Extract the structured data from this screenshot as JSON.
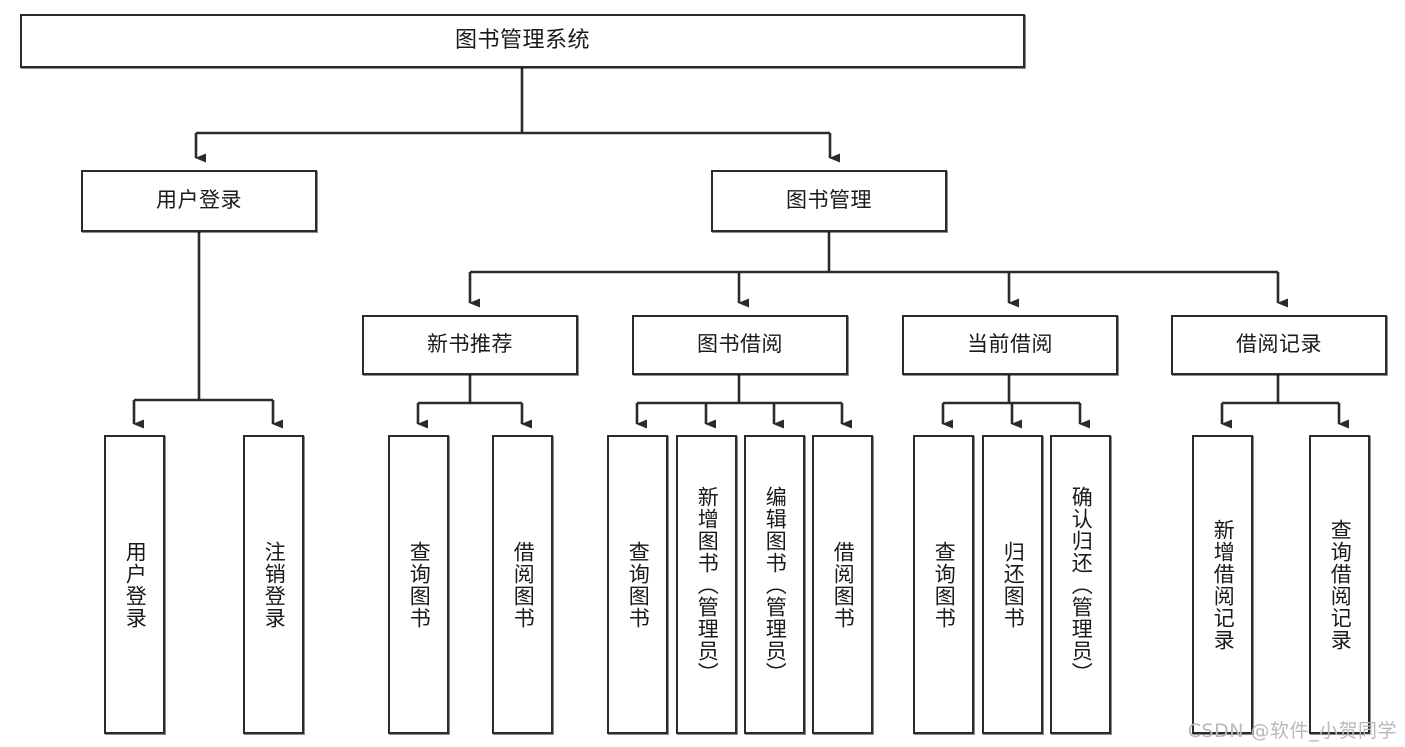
{
  "diagram": {
    "title": "图书管理系统",
    "type": "hierarchy-tree",
    "watermark": "CSDN @软件_小贺同学",
    "colors": {
      "box_border": "#2b2b2b",
      "box_fill": "#ffffff",
      "connector": "#2b2b2b",
      "text": "#1a1a1a",
      "watermark": "#b9b9b9"
    },
    "nodes": {
      "root": {
        "label": "图书管理系统"
      },
      "level2": [
        {
          "id": "user-login",
          "label": "用户登录"
        },
        {
          "id": "book-manage",
          "label": "图书管理"
        }
      ],
      "level3": [
        {
          "id": "new-book-rec",
          "label": "新书推荐"
        },
        {
          "id": "book-borrow",
          "label": "图书借阅"
        },
        {
          "id": "current-borrow",
          "label": "当前借阅"
        },
        {
          "id": "borrow-record",
          "label": "借阅记录"
        }
      ],
      "leaves": {
        "user_login": [
          {
            "id": "leaf-user-login",
            "label": "用户登录"
          },
          {
            "id": "leaf-logout",
            "label": "注销登录"
          }
        ],
        "new_book_rec": [
          {
            "id": "leaf-query-book-1",
            "label": "查询图书"
          },
          {
            "id": "leaf-borrow-book-1",
            "label": "借阅图书"
          }
        ],
        "book_borrow": [
          {
            "id": "leaf-query-book-2",
            "label": "查询图书"
          },
          {
            "id": "leaf-add-book",
            "label": "新增图书（管理员）"
          },
          {
            "id": "leaf-edit-book",
            "label": "编辑图书（管理员）"
          },
          {
            "id": "leaf-borrow-book-2",
            "label": "借阅图书"
          }
        ],
        "current_borrow": [
          {
            "id": "leaf-query-book-3",
            "label": "查询图书"
          },
          {
            "id": "leaf-return-book",
            "label": "归还图书"
          },
          {
            "id": "leaf-confirm-return",
            "label": "确认归还（管理员）"
          }
        ],
        "borrow_record": [
          {
            "id": "leaf-add-record",
            "label": "新增借阅记录"
          },
          {
            "id": "leaf-query-record",
            "label": "查询借阅记录"
          }
        ]
      }
    }
  }
}
